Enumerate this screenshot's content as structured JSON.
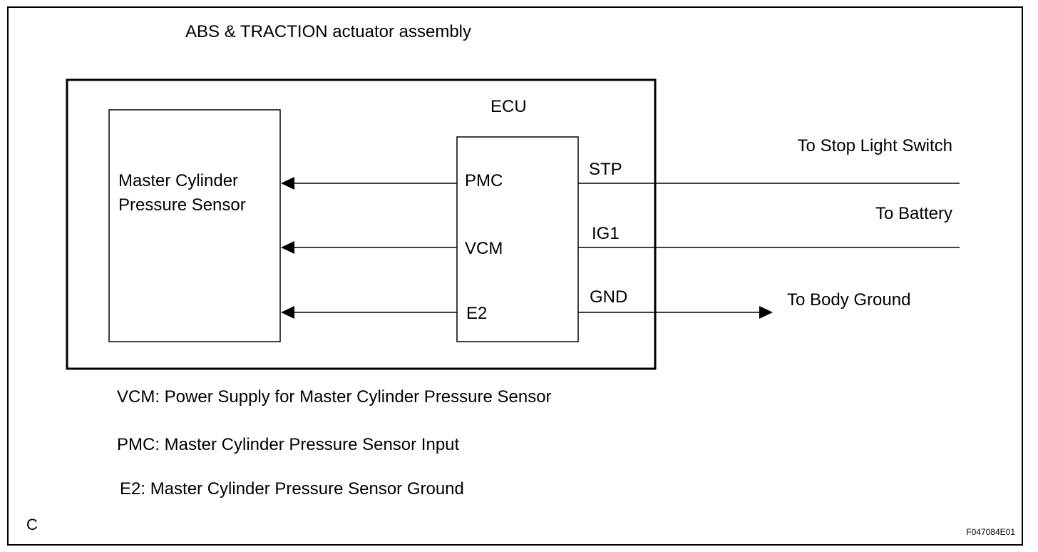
{
  "title": "ABS & TRACTION actuator assembly",
  "ecu": {
    "label": "ECU",
    "pins_left": [
      "PMC",
      "VCM",
      "E2"
    ],
    "pins_right": [
      "STP",
      "IG1",
      "GND"
    ]
  },
  "sensor": {
    "label_line1": "Master Cylinder",
    "label_line2": "Pressure Sensor"
  },
  "destinations": {
    "stp": "To Stop Light Switch",
    "ig1": "To Battery",
    "gnd": "To Body Ground"
  },
  "legend": [
    "VCM: Power Supply for Master Cylinder Pressure Sensor",
    "PMC: Master Cylinder Pressure Sensor Input",
    "E2: Master Cylinder Pressure Sensor Ground"
  ],
  "corner_code": "C",
  "figure_id": "F047084E01"
}
